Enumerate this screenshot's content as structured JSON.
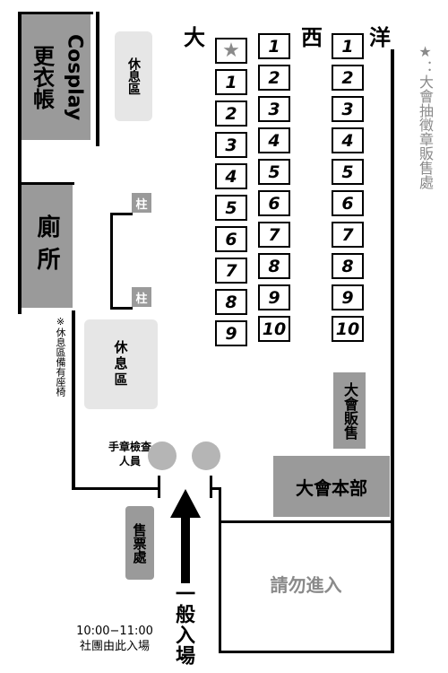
{
  "title": {
    "chars": [
      "大",
      "西",
      "洋"
    ]
  },
  "cosplay_room": {
    "label_main": "更衣帳",
    "label_sub": "Cosplay"
  },
  "toilet": {
    "label": "廁所"
  },
  "rest_area_top": {
    "label": "休息區"
  },
  "rest_area_middle": {
    "label": "休息區"
  },
  "rest_note": "※休息區備有座椅",
  "pillar_label": "柱",
  "legend": {
    "symbol": "★",
    "text": "：大會抽徵章販售處"
  },
  "booth_columns": [
    {
      "labels": [
        "★",
        "1",
        "2",
        "3",
        "4",
        "5",
        "6",
        "7",
        "8",
        "9"
      ]
    },
    {
      "labels": [
        "1",
        "2",
        "3",
        "4",
        "5",
        "6",
        "7",
        "8",
        "9",
        "10"
      ]
    },
    {
      "labels": [
        "1",
        "2",
        "3",
        "4",
        "5",
        "6",
        "7",
        "8",
        "9",
        "10"
      ]
    }
  ],
  "sales_booth": {
    "label": "大會販售"
  },
  "headquarters": {
    "label": "大會本部"
  },
  "no_entry": {
    "label": "請勿進入"
  },
  "ticket_booth": {
    "label": "售票處"
  },
  "stamp_check": {
    "line1": "手章檢查",
    "line2": "人員"
  },
  "general_entry": {
    "label": "一般入場"
  },
  "club_entry": {
    "time": "10:00−11:00",
    "text": "社團由此入場"
  },
  "colors": {
    "dark_gray": "#9a9a9a",
    "light_gray": "#e6e6e6",
    "legend_gray": "#8a8a8a"
  }
}
